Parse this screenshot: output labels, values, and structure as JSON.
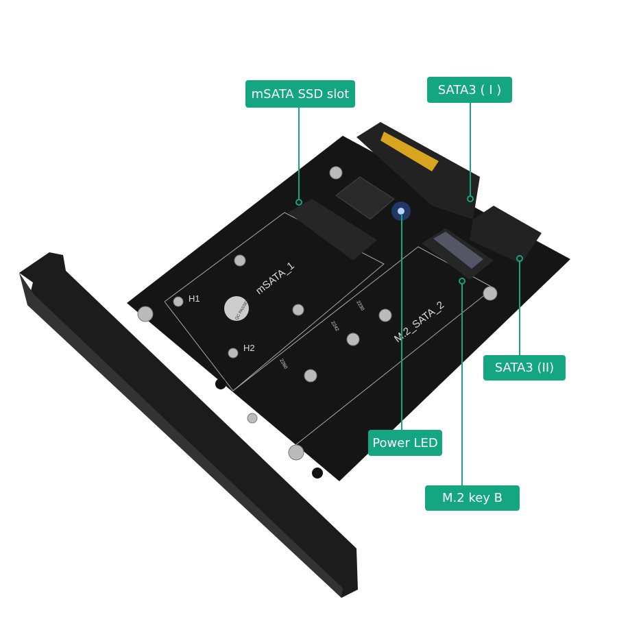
{
  "callouts": {
    "msata_slot": "mSATA SSD slot",
    "sata3_1": "SATA3 ( I )",
    "sata3_2": "SATA3 (II)",
    "power_led": "Power LED",
    "m2_key_b": "M.2 key B"
  },
  "board_markings": {
    "msata": "mSATA_1",
    "m2": "M.2_SATA_2",
    "h1": "H1",
    "h2": "H2",
    "qc": "QC PASSED",
    "s2230": "2230",
    "s2242": "2242",
    "s2260": "2260"
  },
  "colors": {
    "callout": "#13a680",
    "board": "#151515",
    "led": "#3a7bff"
  }
}
